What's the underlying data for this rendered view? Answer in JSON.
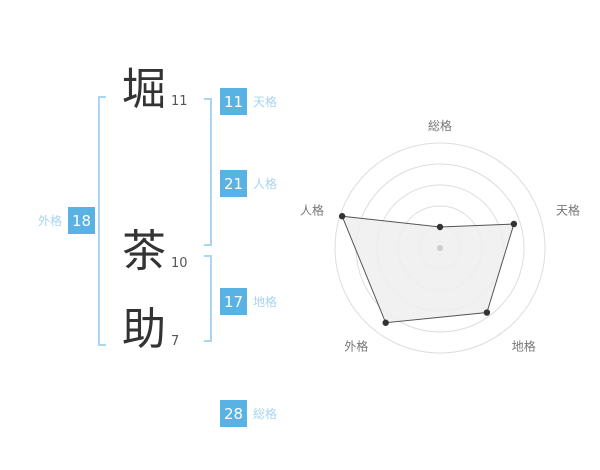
{
  "colors": {
    "accent": "#58b2e4",
    "accent_light": "#a6d4ee",
    "grid": "#dddddd"
  },
  "name_chars": [
    {
      "char": "堀",
      "strokes": "11"
    },
    {
      "char": "茶",
      "strokes": "10"
    },
    {
      "char": "助",
      "strokes": "7"
    }
  ],
  "badges": {
    "tenkaku": {
      "value": "11",
      "label": "天格"
    },
    "jinkaku": {
      "value": "21",
      "label": "人格"
    },
    "chikaku": {
      "value": "17",
      "label": "地格"
    },
    "gaikaku": {
      "value": "18",
      "label": "外格"
    },
    "soukaku": {
      "value": "28",
      "label": "総格"
    }
  },
  "chart_data": {
    "type": "radar",
    "title": "",
    "categories": [
      "総格",
      "天格",
      "地格",
      "外格",
      "人格"
    ],
    "values": [
      1.0,
      3.7,
      3.8,
      4.4,
      4.9
    ],
    "max": 5,
    "rings": 5,
    "start_angle_deg": 90,
    "direction": "clockwise",
    "grid": true,
    "legend": "none"
  }
}
